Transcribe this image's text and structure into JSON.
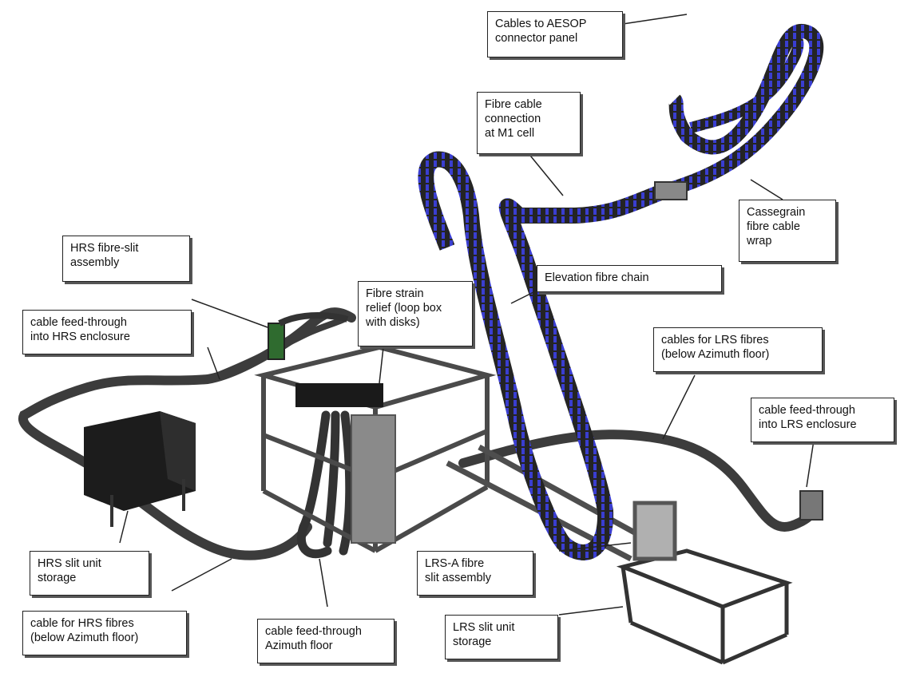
{
  "colors": {
    "cable": "#3c3c3c",
    "chain_dark": "#232323",
    "chain_accent": "#3a3ed0",
    "frame": "#4a4a4a",
    "callout_border": "#222222"
  },
  "callouts": {
    "cables_aesop": [
      "Cables to AESOP",
      "connector panel"
    ],
    "fibre_cable_m1": [
      "Fibre cable",
      "connection",
      "at M1 cell"
    ],
    "cassegrain_wrap": [
      "Cassegrain",
      "fibre cable",
      "wrap"
    ],
    "hrs_fibre_slit": [
      "HRS fibre-slit",
      "assembly"
    ],
    "elevation_chain": [
      "Elevation fibre chain"
    ],
    "strain_relief": [
      "Fibre strain",
      "relief (loop box",
      "with disks)"
    ],
    "cable_feed_hrs": [
      "cable feed-through",
      "into HRS enclosure"
    ],
    "lrs_cables": [
      "cables for LRS fibres",
      "(below Azimuth floor)"
    ],
    "cable_feed_lrs": [
      "cable feed-through",
      "into LRS enclosure"
    ],
    "hrs_slit_storage": [
      "HRS slit unit",
      "storage"
    ],
    "lrs_a_slit": [
      "LRS-A fibre",
      "slit assembly"
    ],
    "cable_hrs_fibres": [
      "cable for HRS fibres",
      "(below Azimuth floor)"
    ],
    "cable_feed_azimuth": [
      "cable feed-through",
      "Azimuth floor"
    ],
    "lrs_slit_storage": [
      "LRS slit unit",
      "storage"
    ]
  }
}
